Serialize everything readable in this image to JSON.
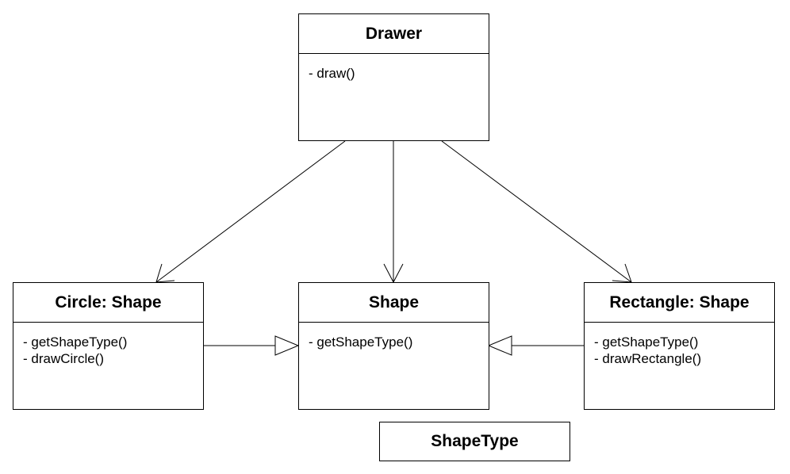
{
  "classes": {
    "drawer": {
      "name": "Drawer",
      "methods": [
        "- draw()"
      ]
    },
    "circle": {
      "name": "Circle: Shape",
      "methods": [
        "- getShapeType()",
        "- drawCircle()"
      ]
    },
    "shape": {
      "name": "Shape",
      "methods": [
        "- getShapeType()"
      ]
    },
    "rectangle": {
      "name": "Rectangle: Shape",
      "methods": [
        "- getShapeType()",
        "- drawRectangle()"
      ]
    },
    "shapetype": {
      "name": "ShapeType"
    }
  },
  "relations": [
    {
      "from": "Drawer",
      "to": "Circle: Shape",
      "kind": "association"
    },
    {
      "from": "Drawer",
      "to": "Shape",
      "kind": "association"
    },
    {
      "from": "Drawer",
      "to": "Rectangle: Shape",
      "kind": "association"
    },
    {
      "from": "Circle: Shape",
      "to": "Shape",
      "kind": "generalization"
    },
    {
      "from": "Rectangle: Shape",
      "to": "Shape",
      "kind": "generalization"
    }
  ],
  "colors": {
    "line": "#000000",
    "background": "#ffffff"
  }
}
